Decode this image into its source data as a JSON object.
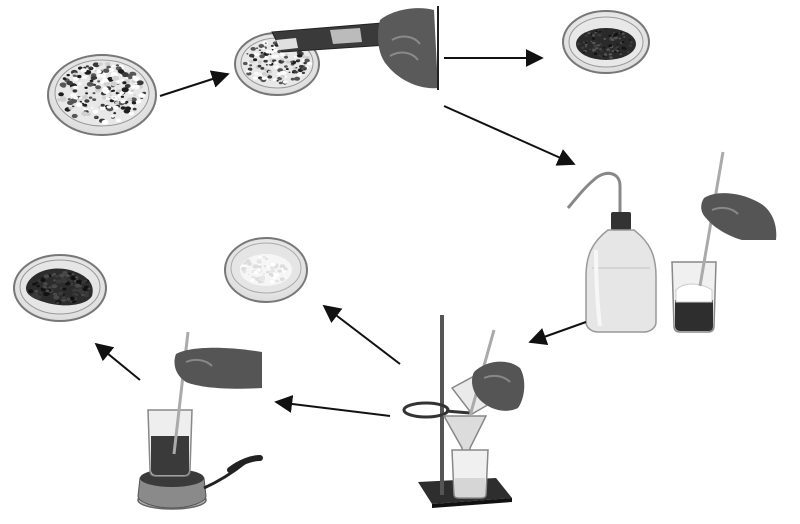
{
  "figure": {
    "colors": {
      "background": "#ffffff",
      "arrow": "#111111",
      "glass_edge": "#777777",
      "glass_fill": "#eeeeee",
      "dark_solid": "#2a2a2a",
      "white_solid": "#f2f2f2",
      "skin": "#5a5a5a",
      "metal": "#444444"
    },
    "steps": [
      {
        "id": "mixture-in-dish",
        "icon": "petri-dish-mixture-icon"
      },
      {
        "id": "magnet-separation",
        "icon": "magnet-in-hand-icon"
      },
      {
        "id": "iron-filings-dish",
        "icon": "petri-dish-iron-icon"
      },
      {
        "id": "dissolve-in-water",
        "icon": "wash-bottle-and-beaker-icon"
      },
      {
        "id": "filtration",
        "icon": "filter-funnel-stand-icon"
      },
      {
        "id": "residue-dish",
        "icon": "petri-dish-residue-icon"
      },
      {
        "id": "evaporation",
        "icon": "beaker-on-hot-plate-icon"
      },
      {
        "id": "crystals-dish",
        "icon": "petri-dish-crystals-icon"
      }
    ]
  }
}
